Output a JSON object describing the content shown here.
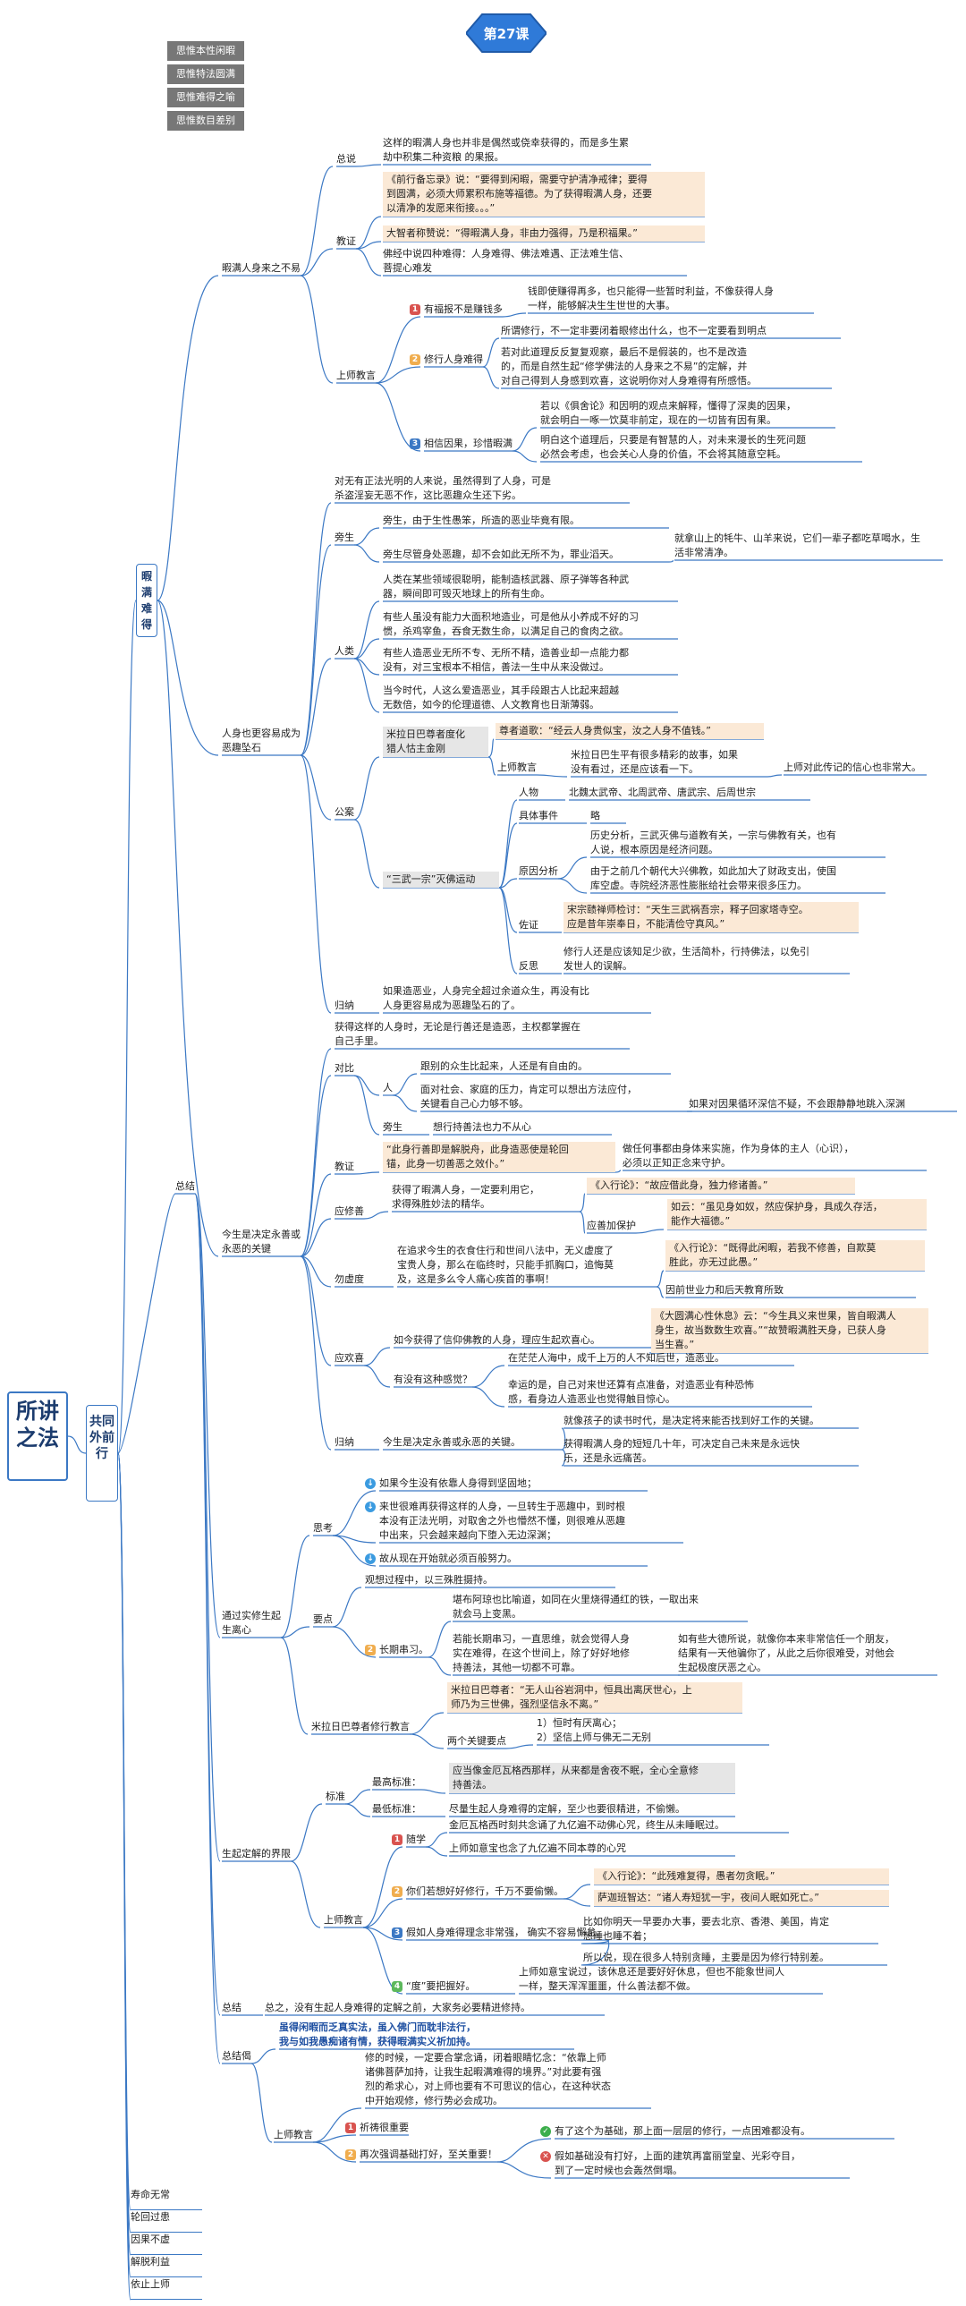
{
  "title_badge": "第27课",
  "legend_tags": [
    "思惟本性闲暇",
    "思惟特法圆满",
    "思惟难得之喻",
    "思惟数目差别"
  ],
  "root_title": "所讲之法",
  "level1_title": "共同外前行",
  "bottom_list": [
    "寿命无常",
    "轮回过患",
    "因果不虚",
    "解脱利益",
    "依止上师"
  ],
  "colors": {
    "line": "#3b78c4",
    "highlight": "#fbe9d6",
    "gray": "#e6e6e6",
    "badge": "#2f7ad8"
  },
  "nodes": [
    {
      "id": "xia-man",
      "text": "暇\n满\n难\n得"
    },
    {
      "id": "zongjie-a",
      "text": "总结"
    },
    {
      "id": "a1",
      "text": "暇满人身来之不易"
    },
    {
      "id": "a1-zs",
      "text": "总说"
    },
    {
      "id": "a1-zs-t",
      "text": "这样的暇满人身也并非是偶然或侥幸获得的，而是多生累\n劫中积集二种资粮 的果报。"
    },
    {
      "id": "a1-jz",
      "text": "教证"
    },
    {
      "id": "a1-jz-1",
      "text": "《前行备忘录》说：“要得到闲暇，需要守护清净戒律；要得\n到圆满，必须大师累积布施等福德。为了获得暇满人身，还要\n以清净的发愿来衔接。。。”"
    },
    {
      "id": "a1-jz-2",
      "text": "大智者称赞说：“得暇满人身，非由力强得，乃是积福果。”"
    },
    {
      "id": "a1-jz-3",
      "text": "佛经中说四种难得：人身难得、佛法难遇、正法难生信、\n菩提心难发"
    },
    {
      "id": "a1-sj",
      "text": "上师教言"
    },
    {
      "id": "a1-sj-1",
      "text": "有福报不是赚钱多"
    },
    {
      "id": "a1-sj-1t",
      "text": "钱即使赚得再多，也只能得一些暂时利益，不像获得人身\n一样，能够解决生生世世的大事。"
    },
    {
      "id": "a1-sj-2",
      "text": "修行人身难得"
    },
    {
      "id": "a1-sj-2a",
      "text": "所谓修行，不一定非要闭着眼修出什么，也不一定要看到明点"
    },
    {
      "id": "a1-sj-2b",
      "text": "若对此道理反反复复观察，最后不是假装的，也不是改造\n的，而是自然生起“修学佛法的人身来之不易”的定解，并\n对自己得到人身感到欢喜，这说明你对人身难得有所感悟。"
    },
    {
      "id": "a1-sj-3",
      "text": "相信因果，珍惜暇满"
    },
    {
      "id": "a1-sj-3a",
      "text": "若以《俱舍论》和因明的观点来解释，懂得了深奥的因果，\n就会明白一啄一饮莫非前定，现在的一切皆有因有果。"
    },
    {
      "id": "a1-sj-3b",
      "text": "明白这个道理后，只要是有智慧的人，对未来漫长的生死问题\n必然会考虑，也会关心人身的价值，不会将其随意空耗。"
    },
    {
      "id": "a2-intro",
      "text": "对无有正法光明的人来说，虽然得到了人身，可是\n杀盗淫妄无恶不作，这比恶趣众生还下劣。"
    },
    {
      "id": "a2",
      "text": "人身也更容易成为\n恶趣坠石"
    },
    {
      "id": "a2-ps",
      "text": "旁生"
    },
    {
      "id": "a2-ps-1",
      "text": "旁生，由于生性愚笨，所造的恶业毕竟有限。"
    },
    {
      "id": "a2-ps-2",
      "text": "旁生尽管身处恶趣，却不会如此无所不为，罪业滔天。"
    },
    {
      "id": "a2-ps-2t",
      "text": "就拿山上的牦牛、山羊来说，它们一辈子都吃草喝水，生\n活非常清净。"
    },
    {
      "id": "a2-rl",
      "text": "人类"
    },
    {
      "id": "a2-rl-1",
      "text": "人类在某些领域很聪明，能制造核武器、原子弹等各种武\n器，瞬间即可毁灭地球上的所有生命。"
    },
    {
      "id": "a2-rl-2",
      "text": "有些人虽没有能力大面积地造业，可是他从小养成不好的习\n惯，杀鸡宰鱼，吞食无数生命，以满足自己的食肉之欲。"
    },
    {
      "id": "a2-rl-3",
      "text": "有些人造恶业无所不专、无所不精，造善业却一点能力都\n没有，对三宝根本不相信，善法一生中从来没做过。"
    },
    {
      "id": "a2-rl-4",
      "text": "当今时代，人这么爱造恶业，其手段跟古人比起来超越\n无数倍，如今的伦理道德、人文教育也日渐薄弱。"
    },
    {
      "id": "a2-ga",
      "text": "公案"
    },
    {
      "id": "a2-ga-1",
      "text": "米拉日巴尊者度化\n猎人怙主金刚"
    },
    {
      "id": "a2-ga-1a",
      "text": "尊者道歌：“经云人身贵似宝，汝之人身不值钱。”"
    },
    {
      "id": "a2-ga-1b",
      "text": "上师教言"
    },
    {
      "id": "a2-ga-1c",
      "text": "米拉日巴生平有很多精彩的故事，如果\n没有看过，还是应该看一下。"
    },
    {
      "id": "a2-ga-1d",
      "text": "上师对此传记的信心也非常大。"
    },
    {
      "id": "a2-ga-2",
      "text": "“三武一宗”灭佛运动"
    },
    {
      "id": "a2-ga-2a",
      "text": "人物"
    },
    {
      "id": "a2-ga-2a-t",
      "text": "北魏太武帝、北周武帝、唐武宗、后周世宗"
    },
    {
      "id": "a2-ga-2b",
      "text": "具体事件"
    },
    {
      "id": "a2-ga-2b-t",
      "text": "略"
    },
    {
      "id": "a2-ga-2c",
      "text": "原因分析"
    },
    {
      "id": "a2-ga-2c-1",
      "text": "历史分析，三武灭佛与道教有关，一宗与佛教有关，也有\n人说，根本原因是经济问题。"
    },
    {
      "id": "a2-ga-2c-2",
      "text": "由于之前几个朝代大兴佛教，如此加大了财政支出，使国\n库空虚。寺院经济恶性膨胀给社会带来很多压力。"
    },
    {
      "id": "a2-ga-2d",
      "text": "佐证"
    },
    {
      "id": "a2-ga-2d-t",
      "text": "宋宗赜禅师检讨：“天生三武祸吾宗，释子回家塔寺空。\n应是昔年崇奉日，不能清俭守真风。”"
    },
    {
      "id": "a2-ga-2e",
      "text": "反思"
    },
    {
      "id": "a2-ga-2e-t",
      "text": "修行人还是应该知足少欲，生活简朴，行持佛法，以免引\n发世人的误解。"
    },
    {
      "id": "a2-gn",
      "text": "归纳"
    },
    {
      "id": "a2-gn-t",
      "text": "如果造恶业，人身完全超过余道众生，再没有比\n人身更容易成为恶趣坠石的了。"
    },
    {
      "id": "a3-intro",
      "text": "获得这样的人身时，无论是行善还是造恶，主权都掌握在\n自己手里。"
    },
    {
      "id": "a3",
      "text": "今生是决定永善或\n永恶的关键"
    },
    {
      "id": "a3-db",
      "text": "对比"
    },
    {
      "id": "a3-db-r",
      "text": "人"
    },
    {
      "id": "a3-db-r1",
      "text": "跟别的众生比起来，人还是有自由的。"
    },
    {
      "id": "a3-db-r2",
      "text": "面对社会、家庭的压力，肯定可以想出方法应付，\n关键看自己心力够不够。"
    },
    {
      "id": "a3-db-r2t",
      "text": "如果对因果循环深信不疑，不会跟静静地跳入深渊"
    },
    {
      "id": "a3-db-p",
      "text": "旁生"
    },
    {
      "id": "a3-db-pt",
      "text": "想行持善法也力不从心"
    },
    {
      "id": "a3-jz",
      "text": "教证"
    },
    {
      "id": "a3-jz-1",
      "text": "“此身行善即是解脱舟，此身造恶使是轮回\n锚，此身一切善恶之效仆。”"
    },
    {
      "id": "a3-jz-2",
      "text": "做任何事都由身体来实施，作为身体的主人（心识），\n必须以正知正念来守护。"
    },
    {
      "id": "a3-ydx",
      "text": "应修善"
    },
    {
      "id": "a3-ydx-1",
      "text": "获得了暇满人身，一定要利用它，\n求得殊胜妙法的精华。"
    },
    {
      "id": "a3-ydx-2",
      "text": "《入行论》：“故应借此身，独力修诸善。”"
    },
    {
      "id": "a3-ydx-3",
      "text": "应善加保护"
    },
    {
      "id": "a3-ydx-3a",
      "text": "如云：“虽见身如奴，然应保护身，具成久存活，\n能作大福德。”"
    },
    {
      "id": "a3-wxd",
      "text": "勿虚度"
    },
    {
      "id": "a3-wxd-1",
      "text": "在追求今生的衣食住行和世间八法中，无义虚度了\n宝贵人身，那么在临终时，只能手抓胸口，追悔莫\n及，这是多么令人痛心疾首的事啊！"
    },
    {
      "id": "a3-wxd-2",
      "text": "《入行论》：“既得此闲暇，若我不修善，自欺莫\n胜此，亦无过此愚。”"
    },
    {
      "id": "a3-wxd-3",
      "text": "因前世业力和后天教育所致"
    },
    {
      "id": "a3-yhx",
      "text": "应欢喜"
    },
    {
      "id": "a3-yhx-1",
      "text": "如今获得了信仰佛教的人身，理应生起欢喜心。"
    },
    {
      "id": "a3-yhx-1t",
      "text": "《大圆满心性休息》云：“今生具义来世果，皆自暇满人\n身生，故当数数生欢喜。”“故赞暇满胜天身，已获人身\n当生喜。”"
    },
    {
      "id": "a3-yhx-2",
      "text": "有没有这种感觉？"
    },
    {
      "id": "a3-yhx-2a",
      "text": "在茫茫人海中，成千上万的人不知后世，造恶业。"
    },
    {
      "id": "a3-yhx-2b",
      "text": "幸运的是，自己对来世还算有点准备，对造恶业有种恐怖\n感，看身边人造恶业也觉得触目惊心。"
    },
    {
      "id": "a3-gn",
      "text": "归纳"
    },
    {
      "id": "a3-gn-t",
      "text": "今生是决定永善或永恶的关键。"
    },
    {
      "id": "a3-gn-1",
      "text": "就像孩子的读书时代，是决定将来能否找到好工作的关键。"
    },
    {
      "id": "a3-gn-2",
      "text": "获得暇满人身的短短几十年，可决定自己未来是永远快\n乐，还是永远痛苦。"
    },
    {
      "id": "b",
      "text": "通过实修生起\n生离心"
    },
    {
      "id": "b-sk",
      "text": "思考"
    },
    {
      "id": "b-sk-1",
      "text": "如果今生没有依靠人身得到坚固地；"
    },
    {
      "id": "b-sk-2",
      "text": "来世很难再获得这样的人身，一旦转生于恶趣中，到时根\n本没有正法光明，对取舍之外也懵然不懂，则很难从恶趣\n中出来，只会越来越向下堕入无边深渊；"
    },
    {
      "id": "b-sk-3",
      "text": "故从现在开始就必须百般努力。"
    },
    {
      "id": "b-yd",
      "text": "要点"
    },
    {
      "id": "b-yd-1",
      "text": "观想过程中，以三殊胜摄持。"
    },
    {
      "id": "b-yd-2",
      "text": "长期串习。"
    },
    {
      "id": "b-yd-2a",
      "text": "堪布阿琼也比喻道，如同在火里烧得通红的铁，一取出来\n就会马上变黑。"
    },
    {
      "id": "b-yd-2b",
      "text": "若能长期串习，一直思维，就会觉得人身\n实在难得，在这个世间上，除了好好地修\n持善法，其他一切都不可靠。"
    },
    {
      "id": "b-yd-2c",
      "text": "如有些大德所说，就像你本来非常信任一个朋友，\n结果有一天他骗你了，从此之后你很难受，对他会\n生起极度厌恶之心。"
    },
    {
      "id": "b-ml",
      "text": "米拉日巴尊者修行教言"
    },
    {
      "id": "b-ml-1",
      "text": "米拉日巴尊者：“无人山谷岩洞中，恒具出离厌世心，上\n师乃为三世佛，强烈坚信永不离。”"
    },
    {
      "id": "b-ml-2",
      "text": "两个关键要点"
    },
    {
      "id": "b-ml-2a",
      "text": "1）恒时有厌离心；\n2）坚信上师与佛无二无别"
    },
    {
      "id": "c",
      "text": "生起定解的界限"
    },
    {
      "id": "c-bz",
      "text": "标准"
    },
    {
      "id": "c-bz-1",
      "text": "最高标准："
    },
    {
      "id": "c-bz-1t",
      "text": "应当像金厄瓦格西那样，从来都是舍夜不眠，全心全意修\n持善法。"
    },
    {
      "id": "c-bz-2",
      "text": "最低标准："
    },
    {
      "id": "c-bz-2t",
      "text": "尽量生起人身难得的定解，至少也要很精进，不偷懒。"
    },
    {
      "id": "c-sj",
      "text": "上师教言"
    },
    {
      "id": "c-sj-1",
      "text": "随学"
    },
    {
      "id": "c-sj-1a",
      "text": "金厄瓦格西时刻共念诵了九亿遍不动佛心咒，终生从未睡眠过。"
    },
    {
      "id": "c-sj-1b",
      "text": "上师如意宝也念了九亿遍不同本尊的心咒"
    },
    {
      "id": "c-sj-2",
      "text": "你们若想好好修行，千万不要偷懒。"
    },
    {
      "id": "c-sj-2a",
      "text": "《入行论》：“此残难复得，愚者勿贪眠。”"
    },
    {
      "id": "c-sj-2b",
      "text": "萨迦班智达：“诸人寿短犹一宇，夜间人眠如死亡。”"
    },
    {
      "id": "c-sj-3",
      "text": "假如人身难得理念非常强，\n确实不容易懈怠。"
    },
    {
      "id": "c-sj-3a",
      "text": "比如你明天一早要办大事，要去北京、香港、美国，肯定\n想睡也睡不着；"
    },
    {
      "id": "c-sj-3b",
      "text": "所以说，现在很多人特别贪睡，主要是因为修行特别差。"
    },
    {
      "id": "c-sj-4",
      "text": "“度”要把握好。"
    },
    {
      "id": "c-sj-4t",
      "text": "上师如意宝说过，该休息还是要好好休息，但也不能象世间人\n一样，整天浑浑噩噩，什么善法都不做。"
    },
    {
      "id": "zongjie-b",
      "text": "总结"
    },
    {
      "id": "zongjie-b-t",
      "text": "总之，没有生起人身难得的定解之前，大家务必要精进修持。"
    },
    {
      "id": "zjj",
      "text": "总结偈"
    },
    {
      "id": "zjj-1",
      "text": "虽得闲暇而乏真实法，虽入佛门而耽非法行，\n我与如我愚痴诸有情，获得暇满实义祈加持。"
    },
    {
      "id": "zjj-sj",
      "text": "上师教言"
    },
    {
      "id": "zjj-sj-1",
      "text": "修的时候，一定要合掌念诵，闭着眼睛忆念：“依靠上师\n诸佛菩萨加持，让我生起暇满难得的境界。”对此要有强\n烈的希求心，对上师也要有不可思议的信心，在这种状态\n中开始观修，修行势必会成功。"
    },
    {
      "id": "zjj-sj-2",
      "text": "祈祷很重要"
    },
    {
      "id": "zjj-sj-3",
      "text": "再次强调基础打好，至关重要！"
    },
    {
      "id": "zjj-sj-3a",
      "text": "有了这个为基础，那上面一层层的修行，一点困难都没有。"
    },
    {
      "id": "zjj-sj-3b",
      "text": "假如基础没有打好，上面的建筑再富丽堂皇、光彩夺目，\n到了一定时候也会轰然倒塌。"
    }
  ]
}
